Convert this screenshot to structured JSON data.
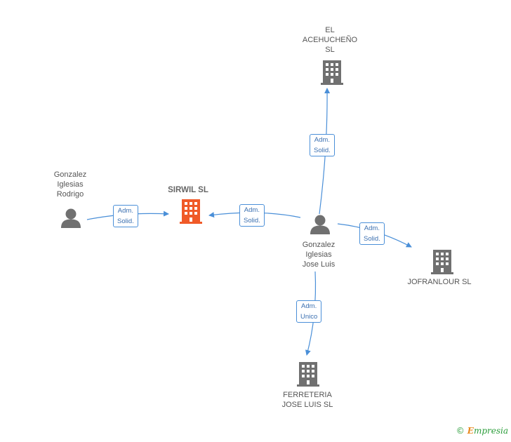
{
  "nodes": {
    "acehucheno": {
      "label": "EL\nACEHUCHEÑO\nSL"
    },
    "sirwil": {
      "label": "SIRWIL SL"
    },
    "rodrigo": {
      "label": "Gonzalez\nIglesias\nRodrigo"
    },
    "joseluis": {
      "label": "Gonzalez\nIglesias\nJose Luis"
    },
    "jofranlour": {
      "label": "JOFRANLOUR SL"
    },
    "ferreteria": {
      "label": "FERRETERIA\nJOSE LUIS  SL"
    }
  },
  "edges": {
    "to_acehucheno": {
      "label": "Adm.\nSolid."
    },
    "rodrigo_to_sirwil": {
      "label": "Adm.\nSolid."
    },
    "joseluis_to_sirwil": {
      "label": "Adm.\nSolid."
    },
    "to_jofranlour": {
      "label": "Adm.\nSolid."
    },
    "to_ferreteria": {
      "label": "Adm.\nUnico"
    }
  },
  "colors": {
    "edge": "#4a8fd8",
    "company": "#707070",
    "main_company": "#f05a28",
    "person": "#707070"
  },
  "watermark": {
    "copyright": "©",
    "brand_first": "E",
    "brand_rest": "mpresia"
  }
}
